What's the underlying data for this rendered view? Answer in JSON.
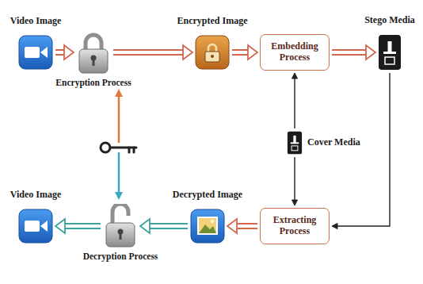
{
  "diagram": {
    "nodes": [
      {
        "text": [
          "Video Image"
        ]
      },
      {
        "text": [
          "Encryption Process"
        ]
      },
      {
        "text": [
          "Encrypted Image"
        ]
      },
      {
        "text": [
          "Embedding Process"
        ]
      },
      {
        "text": [
          "Stego Media"
        ]
      },
      {
        "text": [
          "Cover Media"
        ]
      },
      {
        "text": [
          "Video Image"
        ]
      },
      {
        "text": [
          "Decryption Process"
        ]
      },
      {
        "text": [
          "Decrypted Image"
        ]
      },
      {
        "text": [
          "Extracting Process"
        ]
      }
    ],
    "edges": [
      {
        "from": 0,
        "to": 1,
        "arrow": "to"
      },
      {
        "from": 1,
        "to": 2,
        "arrow": "to"
      },
      {
        "from": 2,
        "to": 3,
        "arrow": "to"
      },
      {
        "from": 3,
        "to": 4,
        "arrow": "to"
      },
      {
        "from": 4,
        "to": 9,
        "arrow": "to"
      },
      {
        "from": 5,
        "to": 3,
        "arrow": "to"
      },
      {
        "from": 5,
        "to": 9,
        "arrow": "to"
      },
      {
        "from": 9,
        "to": 8,
        "arrow": "to"
      },
      {
        "from": 8,
        "to": 7,
        "arrow": "to"
      },
      {
        "from": 7,
        "to": 6,
        "arrow": "to"
      }
    ]
  }
}
